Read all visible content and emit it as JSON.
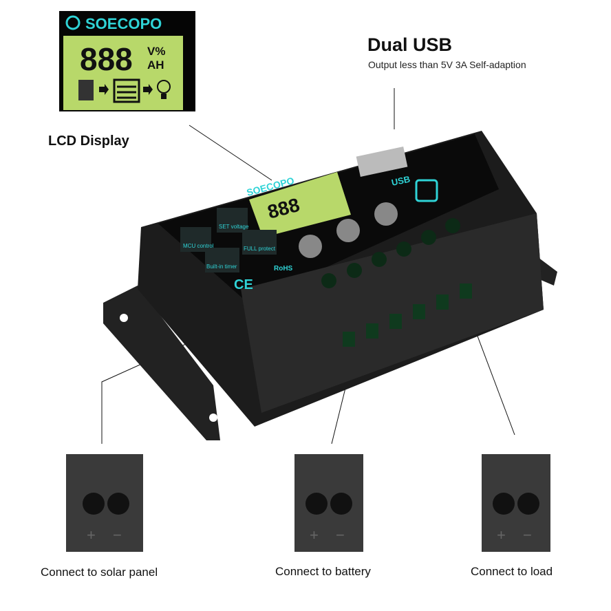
{
  "brand": "SOECOPO",
  "lcd": {
    "digits": "888",
    "unit_top": "V%",
    "unit_bottom": "AH"
  },
  "usb": {
    "title": "Dual USB",
    "subtitle": "Output less than 5V 3A Self-adaption",
    "label": "USB"
  },
  "lcd_label": "LCD Display",
  "panel_badges": [
    "MCU control",
    "SET voltage",
    "Built-in timer",
    "FULL protect"
  ],
  "certifications": [
    "CE",
    "RoHS"
  ],
  "terminals": [
    {
      "caption": "Connect to solar panel"
    },
    {
      "caption": "Connect to battery"
    },
    {
      "caption": "Connect to load"
    }
  ],
  "colors": {
    "accent": "#2fd3d6",
    "lcd": "#b8d86a",
    "body": "#1c1c1c"
  }
}
